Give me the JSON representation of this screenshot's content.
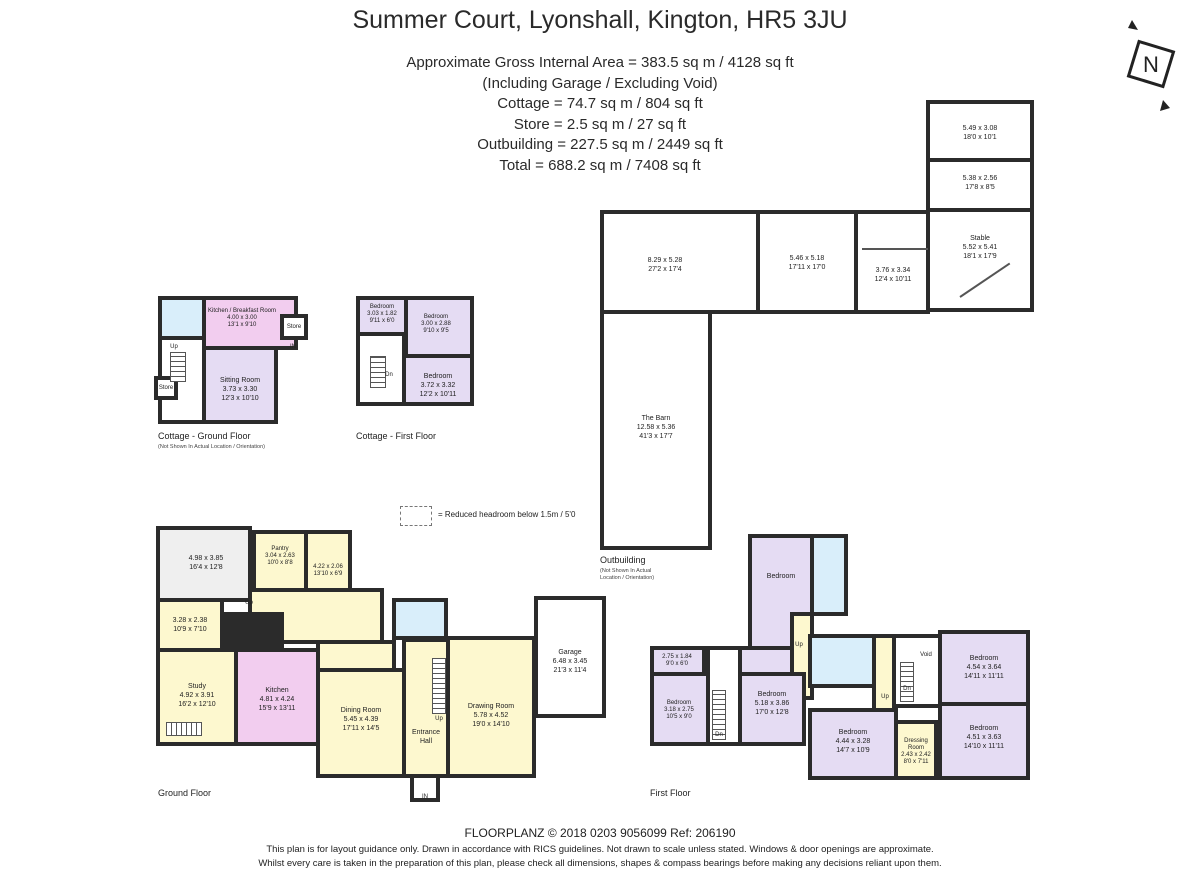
{
  "title": "Summer Court, Lyonshall, Kington, HR5 3JU",
  "areas": [
    "Approximate Gross Internal Area = 383.5 sq m / 4128 sq ft",
    "(Including Garage / Excluding Void)",
    "Cottage = 74.7 sq m / 804 sq ft",
    "Store = 2.5 sq m / 27 sq ft",
    "Outbuilding = 227.5 sq m / 2449 sq ft",
    "Total = 688.2 sq m / 7408 sq ft"
  ],
  "compass": {
    "letter": "N"
  },
  "colors": {
    "wall": "#2b2b2b",
    "pink": "#f2cdef",
    "lavender": "#e5dcf3",
    "blue": "#d9eefa",
    "yellow": "#fdf8cf",
    "grey": "#efefef"
  },
  "legend": {
    "text": "= Reduced headroom below 1.5m / 5'0"
  },
  "cottage_ground": {
    "label": "Cottage - Ground Floor",
    "note": "(Not Shown In Actual Location / Orientation)",
    "kitchen": {
      "name": "Kitchen / Breakfast Room",
      "metric": "4.00 x 3.00",
      "imperial": "13'1 x 9'10"
    },
    "sitting": {
      "name": "Sitting Room",
      "metric": "3.73 x 3.30",
      "imperial": "12'3 x 10'10"
    },
    "store1": "Store",
    "store2": "Store",
    "up": "Up",
    "in": "IN"
  },
  "cottage_first": {
    "label": "Cottage - First Floor",
    "bed1": {
      "name": "Bedroom",
      "metric": "3.03 x 1.82",
      "imperial": "9'11 x 6'0"
    },
    "bed2": {
      "name": "Bedroom",
      "metric": "3.00 x 2.88",
      "imperial": "9'10 x 9'5"
    },
    "bed3": {
      "name": "Bedroom",
      "metric": "3.72 x 3.32",
      "imperial": "12'2 x 10'11"
    },
    "dn": "Dn"
  },
  "outbuilding": {
    "label": "Outbuilding",
    "note1": "(Not Shown In Actual",
    "note2": "Location / Orientation)",
    "r1": {
      "metric": "5.49 x 3.08",
      "imperial": "18'0 x 10'1"
    },
    "r2": {
      "metric": "5.38 x 2.56",
      "imperial": "17'8 x 8'5"
    },
    "stable": {
      "name": "Stable",
      "metric": "5.52 x 5.41",
      "imperial": "18'1 x 17'9"
    },
    "r3": {
      "metric": "8.29 x 5.28",
      "imperial": "27'2 x 17'4"
    },
    "r4": {
      "metric": "5.46 x 5.18",
      "imperial": "17'11 x 17'0"
    },
    "r5": {
      "metric": "3.76 x 3.34",
      "imperial": "12'4 x 10'11"
    },
    "barn": {
      "name": "The Barn",
      "metric": "12.58 x 5.36",
      "imperial": "41'3 x 17'7"
    }
  },
  "ground_floor": {
    "label": "Ground Floor",
    "r1": {
      "metric": "4.98 x 3.85",
      "imperial": "16'4 x 12'8"
    },
    "pantry": {
      "name": "Pantry",
      "metric": "3.04 x 2.63",
      "imperial": "10'0 x 8'8"
    },
    "r2": {
      "metric": "4.22 x 2.06",
      "imperial": "13'10 x 6'9"
    },
    "r3": {
      "metric": "3.28 x 2.38",
      "imperial": "10'9 x 7'10"
    },
    "study": {
      "name": "Study",
      "metric": "4.92 x 3.91",
      "imperial": "16'2 x 12'10"
    },
    "kitchen": {
      "name": "Kitchen",
      "metric": "4.81 x 4.24",
      "imperial": "15'9 x 13'11"
    },
    "dining": {
      "name": "Dining Room",
      "metric": "5.45 x 4.39",
      "imperial": "17'11 x 14'5"
    },
    "hall": {
      "name1": "Entrance",
      "name2": "Hall"
    },
    "drawing": {
      "name": "Drawing Room",
      "metric": "5.78 x 4.52",
      "imperial": "19'0 x 14'10"
    },
    "garage": {
      "name": "Garage",
      "metric": "6.48 x 3.45",
      "imperial": "21'3 x 11'4"
    },
    "up": "Up",
    "in": "IN"
  },
  "first_floor": {
    "label": "First Floor",
    "bed_top": {
      "name": "Bedroom"
    },
    "r_small": {
      "metric": "2.75 x 1.84",
      "imperial": "9'0 x 6'0"
    },
    "bed_left": {
      "name": "Bedroom",
      "metric": "3.18 x 2.75",
      "imperial": "10'5 x 9'0"
    },
    "bed_main": {
      "name": "Bedroom",
      "metric": "5.18 x 3.86",
      "imperial": "17'0 x 12'8"
    },
    "bed_mid": {
      "name": "Bedroom",
      "metric": "4.44 x 3.28",
      "imperial": "14'7 x 10'9"
    },
    "dressing": {
      "name1": "Dressing",
      "name2": "Room",
      "metric": "2.43 x 2.42",
      "imperial": "8'0 x 7'11"
    },
    "bed_r1": {
      "name": "Bedroom",
      "metric": "4.54 x 3.64",
      "imperial": "14'11 x 11'11"
    },
    "bed_r2": {
      "name": "Bedroom",
      "metric": "4.51 x 3.63",
      "imperial": "14'10 x 11'11"
    },
    "void": "Void",
    "up": "Up",
    "dn": "Dn"
  },
  "footer": {
    "brand": "FLOORPLANZ © 2018   0203 9056099   Ref: 206190",
    "line1": "This plan is for layout guidance only. Drawn in accordance with RICS guidelines. Not drawn to scale unless stated. Windows & door openings are approximate.",
    "line2": "Whilst every care is taken in the preparation of this plan, please check all dimensions, shapes & compass bearings before making any decisions reliant upon them."
  }
}
